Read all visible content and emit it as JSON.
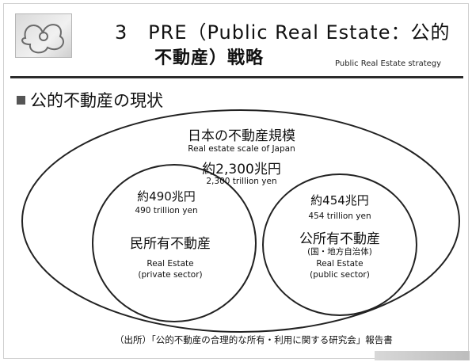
{
  "header": {
    "number": "3",
    "title_line1": "PRE（Public Real Estate：公的",
    "title_line2": "不動産）戦略",
    "subtitle_en": "Public Real Estate strategy"
  },
  "section": {
    "heading": "公的不動産の現状"
  },
  "diagram": {
    "outer": {
      "title_jp": "日本の不動産規模",
      "title_en": "Real estate scale of Japan",
      "amount_jp": "約2,300兆円",
      "amount_en": "2,300 trillion yen"
    },
    "private": {
      "amount_jp": "約490兆円",
      "amount_en": "490 trillion yen",
      "label_jp": "民所有不動産",
      "label_en1": "Real Estate",
      "label_en2": "(private sector)"
    },
    "public": {
      "amount_jp": "約454兆円",
      "amount_en": "454 trillion yen",
      "label_jp": "公所有不動産",
      "label_sub": "(国・地方自治体)",
      "label_en1": "Real Estate",
      "label_en2": "(public sector)"
    }
  },
  "source": "（出所）「公的不動産の合理的な所有・利用に関する研究会」報告書",
  "colors": {
    "rule": "#2b2b2b",
    "ellipse_stroke": "#222222"
  }
}
